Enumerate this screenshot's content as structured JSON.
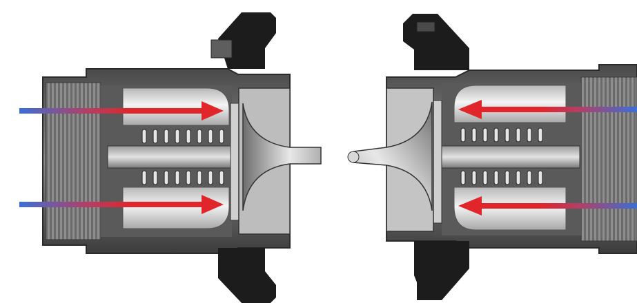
{
  "diagram": {
    "subject": "coupling-cross-section",
    "halves": [
      {
        "id": "left",
        "flow_direction": "right",
        "arrow_count": 2
      },
      {
        "id": "right",
        "flow_direction": "left",
        "arrow_count": 2
      }
    ]
  },
  "colors": {
    "inlet": "#3a6fd8",
    "flow": "#e0262b",
    "housing_dark": "#1c1c1c",
    "steel_mid": "#8a8a8a",
    "steel_light": "#d6d6d6",
    "background": "#ffffff"
  }
}
